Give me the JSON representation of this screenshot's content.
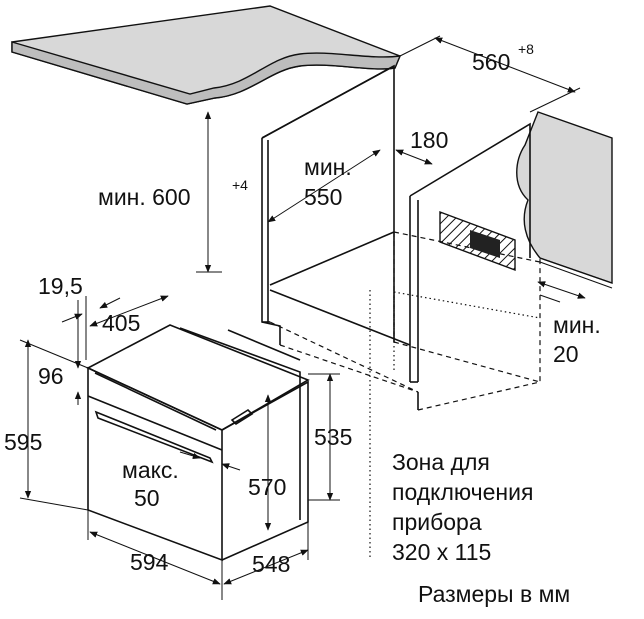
{
  "labels": {
    "width_niche": "560",
    "width_niche_tol": "+8",
    "depth_top": "180",
    "min_height_prefix": "мин. 600",
    "min_height_tol": "+4",
    "min_depth_line1": "мин.",
    "min_depth_line2": "550",
    "min_gap_line1": "мин.",
    "min_gap_line2": "20",
    "front_offset": "19,5",
    "oven_body_depth": "405",
    "panel_height": "96",
    "total_height": "595",
    "body_height_right": "535",
    "inner_height": "570",
    "handle_label_line1": "макс.",
    "handle_label_line2": "50",
    "total_width": "594",
    "total_depth": "548",
    "zone_line1": "Зона для",
    "zone_line2": "подключения",
    "zone_line3": "прибора",
    "zone_line4": "320 x 115",
    "units_note": "Размеры в мм"
  },
  "colors": {
    "line": "#111111",
    "counter_fill": "#d8d8d8",
    "counter_edge": "#bdbdbd",
    "hatch": "#111111"
  }
}
